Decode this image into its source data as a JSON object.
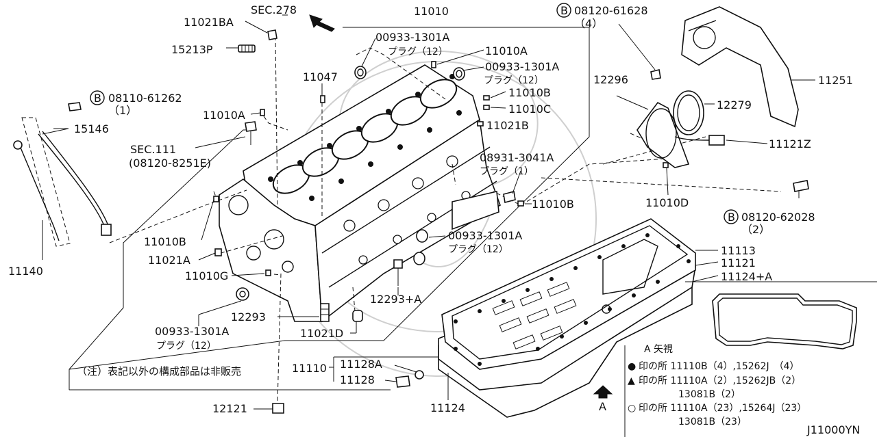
{
  "labels": {
    "sec278": "SEC.278",
    "p11010": "11010",
    "p11021BA": "11021BA",
    "p15213P": "15213P",
    "plug1_num": "00933-1301A",
    "plug1_txt": "プラグ（12）",
    "p11010A_top": "11010A",
    "plug2_num": "00933-1301A",
    "plug2_txt": "プラグ（12）",
    "p11047": "11047",
    "p11010B_right": "11010B",
    "p11010C": "11010C",
    "p11021B": "11021B",
    "p11010A_left": "11010A",
    "sec111": "SEC.111",
    "sec111_sub": "(08120-8251E)",
    "b1_num": "08110-61262",
    "b1_qty": "（1）",
    "p15146": "15146",
    "p08931": "08931-3041A",
    "p08931_txt": "プラグ（1）",
    "p11010B_mid": "11010B",
    "p11140": "11140",
    "p11010B_left": "11010B",
    "p11021A": "11021A",
    "p11010G": "11010G",
    "plug3_num": "00933-1301A",
    "plug3_txt": "プラグ（12）",
    "p12293A": "12293+A",
    "plug4_num": "00933-1301A",
    "plug4_txt": "プラグ（12）",
    "p12293": "12293",
    "p11021D": "11021D",
    "b2_num": "08120-61628",
    "b2_qty": "（4）",
    "p11251": "11251",
    "p12296": "12296",
    "p12279": "12279",
    "p11121Z": "11121Z",
    "p11010D": "11010D",
    "b3_num": "08120-62028",
    "b3_qty": "（2）",
    "p11113": "11113",
    "p11121": "11121",
    "p11124A": "11124+A",
    "p11110": "11110",
    "p11128A": "11128A",
    "p11128": "11128",
    "p11124": "11124",
    "p12121": "12121",
    "arrowA": "A",
    "circleB": "B",
    "diagram_code": "J11000YN"
  },
  "note": "（注）表記以外の構成部品は非販売",
  "view": {
    "title": "A 矢視",
    "rows": [
      {
        "marker": "●",
        "text": "印の所 11110B（4）,15262J　（4）"
      },
      {
        "marker": "▲",
        "text": "印の所 11110A（2）,15262JB（2）"
      },
      {
        "marker": "",
        "text": "13081B（2）"
      },
      {
        "marker": "○",
        "text": "印の所 11110A（23）,15264J（23）"
      },
      {
        "marker": "",
        "text": "13081B（23）"
      }
    ]
  }
}
